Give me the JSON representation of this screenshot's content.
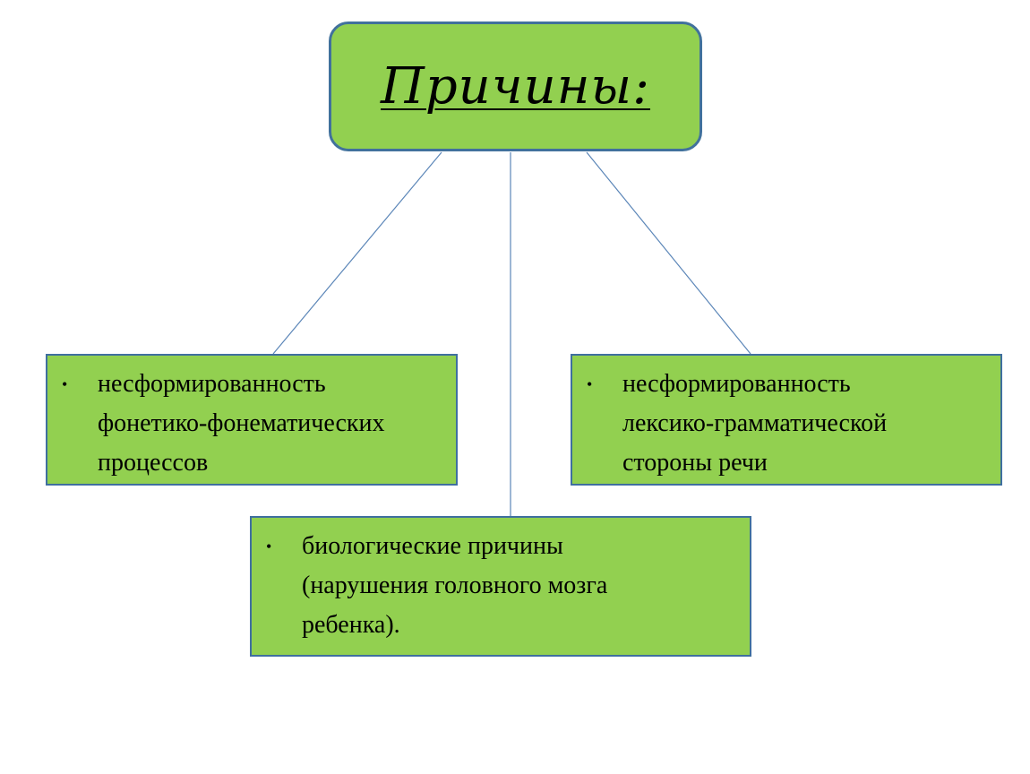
{
  "root": {
    "title": "Причины:"
  },
  "causes": {
    "left": {
      "bullet": "•",
      "lines": [
        "несформированность",
        "фонетико-фонематических",
        "процессов"
      ]
    },
    "right": {
      "bullet": "•",
      "lines": [
        "несформированность",
        "лексико-грамматической",
        "стороны речи"
      ]
    },
    "middle": {
      "bullet": "•",
      "lines": [
        "биологические причины",
        "(нарушения головного мозга",
        "ребенка)."
      ]
    }
  },
  "colors": {
    "box_fill": "#92d050",
    "box_border": "#41719c",
    "connector": "#5b86b8"
  }
}
